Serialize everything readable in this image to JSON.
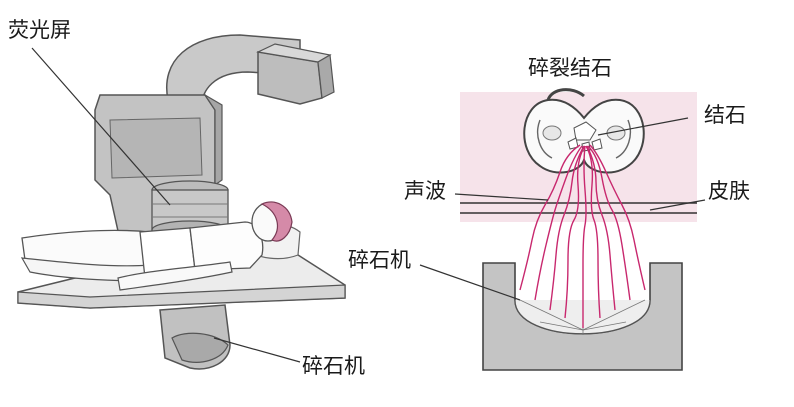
{
  "left_panel": {
    "label_fluoroscope": "荧光屏",
    "label_lithotripter": "碎石机"
  },
  "right_panel": {
    "label_fragmentation": "碎裂结石",
    "label_stone": "结石",
    "label_soundwave": "声波",
    "label_skin": "皮肤",
    "label_lithotripter": "碎石机"
  },
  "colors": {
    "device_gray": "#c6c6c6",
    "device_dark": "#8a8a8a",
    "wave_pink": "#c8286e",
    "tissue_pink": "#f6e3ea",
    "outline": "#333333"
  }
}
